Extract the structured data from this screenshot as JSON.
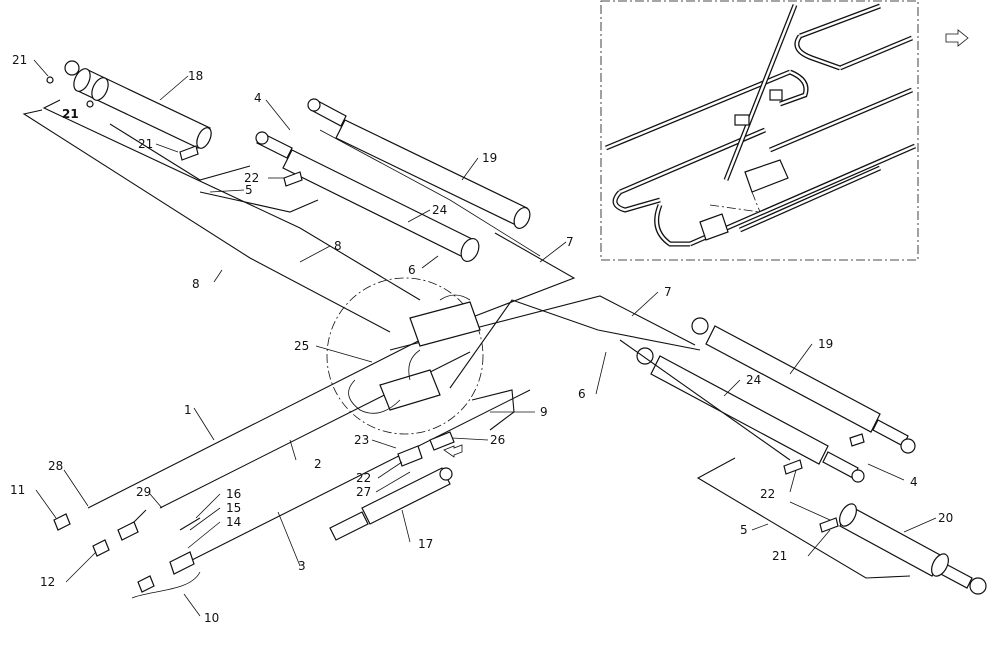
{
  "labels": {
    "l1": "1",
    "l2": "2",
    "l3": "3",
    "l4a": "4",
    "l4b": "4",
    "l5a": "5",
    "l5b": "5",
    "l6a": "6",
    "l6b": "6",
    "l7a": "7",
    "l7b": "7",
    "l8a": "8",
    "l8b": "8",
    "l9": "9",
    "l10": "10",
    "l11": "11",
    "l12": "12",
    "l14": "14",
    "l15": "15",
    "l16": "16",
    "l17": "17",
    "l18": "18",
    "l19a": "19",
    "l19b": "19",
    "l20": "20",
    "l21a": "21",
    "l21b": "21",
    "l21c": "21",
    "l21d": "21",
    "l22a": "22",
    "l22b": "22",
    "l22c": "22",
    "l23": "23",
    "l24a": "24",
    "l24b": "24",
    "l25": "25",
    "l26": "26",
    "l27": "27",
    "l28": "28",
    "l29": "29"
  },
  "icons": {
    "orientation": "arrow-icon"
  }
}
